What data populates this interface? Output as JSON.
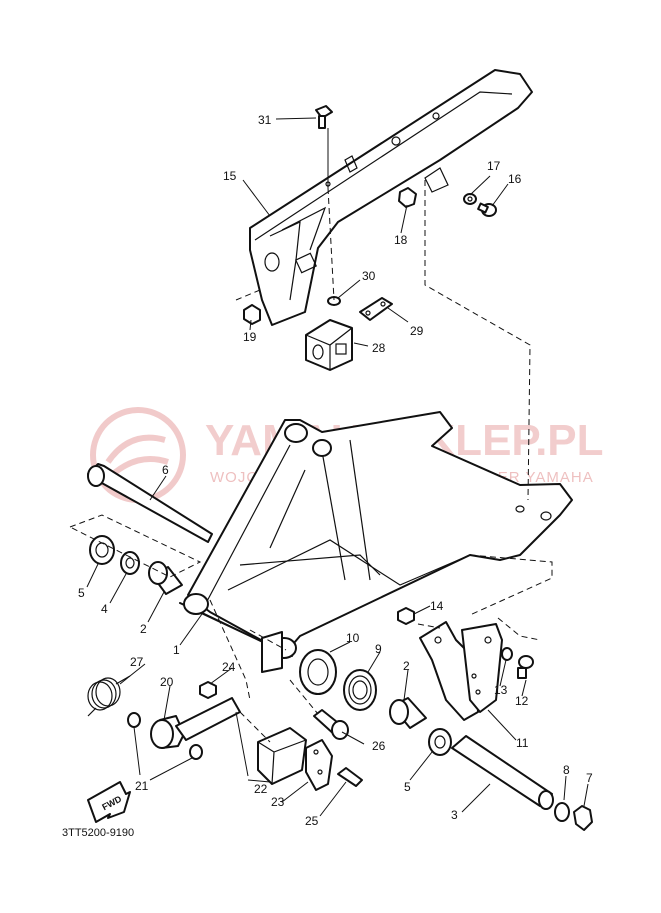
{
  "watermark": {
    "title": "YAMAHASKLEP.PL",
    "subtitle": "WOJCIECHOWSKI OFICJALNY DEALER YAMAHA"
  },
  "direction_label": "FWD",
  "diagram_code": "3TT5200-9190",
  "callouts": [
    {
      "id": "c31",
      "text": "31"
    },
    {
      "id": "c15",
      "text": "15"
    },
    {
      "id": "c17",
      "text": "17"
    },
    {
      "id": "c16",
      "text": "16"
    },
    {
      "id": "c18",
      "text": "18"
    },
    {
      "id": "c30",
      "text": "30"
    },
    {
      "id": "c29",
      "text": "29"
    },
    {
      "id": "c19",
      "text": "19"
    },
    {
      "id": "c28",
      "text": "28"
    },
    {
      "id": "c6",
      "text": "6"
    },
    {
      "id": "c5a",
      "text": "5"
    },
    {
      "id": "c4",
      "text": "4"
    },
    {
      "id": "c2a",
      "text": "2"
    },
    {
      "id": "c1",
      "text": "1"
    },
    {
      "id": "c14",
      "text": "14"
    },
    {
      "id": "c10",
      "text": "10"
    },
    {
      "id": "c9",
      "text": "9"
    },
    {
      "id": "c2b",
      "text": "2"
    },
    {
      "id": "c13",
      "text": "13"
    },
    {
      "id": "c12",
      "text": "12"
    },
    {
      "id": "c11",
      "text": "11"
    },
    {
      "id": "c27",
      "text": "27"
    },
    {
      "id": "c24",
      "text": "24"
    },
    {
      "id": "c20",
      "text": "20"
    },
    {
      "id": "c26",
      "text": "26"
    },
    {
      "id": "c5b",
      "text": "5"
    },
    {
      "id": "c21",
      "text": "21"
    },
    {
      "id": "c22",
      "text": "22"
    },
    {
      "id": "c23",
      "text": "23"
    },
    {
      "id": "c25",
      "text": "25"
    },
    {
      "id": "c3",
      "text": "3"
    },
    {
      "id": "c8",
      "text": "8"
    },
    {
      "id": "c7",
      "text": "7"
    }
  ]
}
